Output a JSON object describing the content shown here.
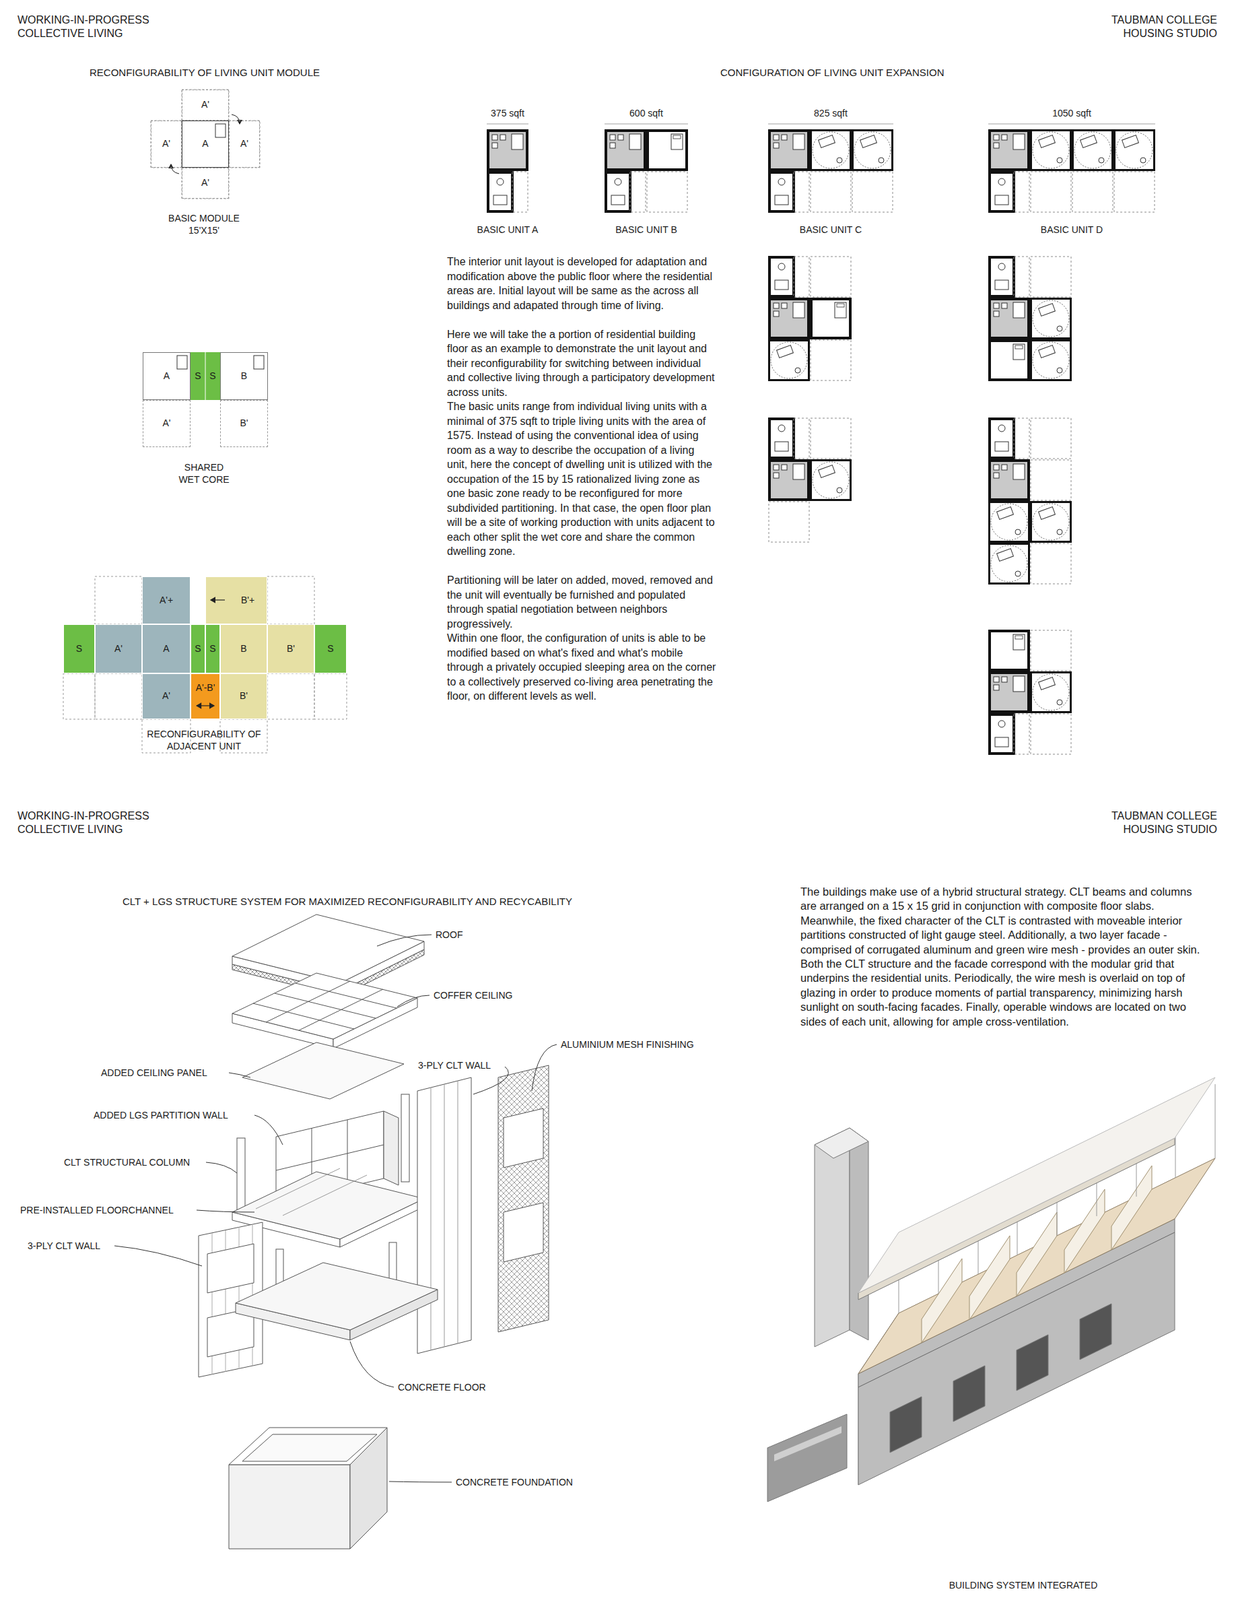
{
  "diagram": {
    "nodes": [
      {
        "text": [
          "A'"
        ]
      },
      {
        "text": [
          "A'"
        ]
      },
      {
        "text": [
          "A"
        ]
      },
      {
        "text": [
          "A'"
        ]
      },
      {
        "text": [
          "A'"
        ]
      },
      {
        "text": [
          "A"
        ]
      },
      {
        "text": [
          "S"
        ]
      },
      {
        "text": [
          "S"
        ]
      },
      {
        "text": [
          "B"
        ]
      },
      {
        "text": [
          "A'"
        ]
      },
      {
        "text": [
          "B'"
        ]
      },
      {
        "text": [
          "A'+"
        ]
      },
      {
        "text": [
          "B'+"
        ]
      },
      {
        "text": [
          "S"
        ]
      },
      {
        "text": [
          "A'"
        ]
      },
      {
        "text": [
          "A"
        ]
      },
      {
        "text": [
          "S"
        ]
      },
      {
        "text": [
          "S"
        ]
      },
      {
        "text": [
          "B"
        ]
      },
      {
        "text": [
          "B'"
        ]
      },
      {
        "text": [
          "S"
        ]
      },
      {
        "text": [
          "A'"
        ]
      },
      {
        "text": [
          "A'-B'"
        ]
      },
      {
        "text": [
          "B'"
        ]
      }
    ],
    "labels": [
      "WORKING-IN-PROGRESS COLLECTIVE LIVING",
      "TAUBMAN COLLEGE HOUSING STUDIO",
      "RECONFIGURABILITY OF LIVING UNIT MODULE",
      "CONFIGURATION OF LIVING UNIT EXPANSION",
      "BASIC MODULE 15'X15'",
      "SHARED WET CORE",
      "RECONFIGURABILITY OF ADJACENT UNIT",
      "375 sqft",
      "600 sqft",
      "825 sqft",
      "1050 sqft",
      "BASIC UNIT A",
      "BASIC UNIT B",
      "BASIC UNIT C",
      "BASIC UNIT D",
      "The interior unit layout is developed for adaptation and modification above the public floor where the residential areas are. Initial layout will be same as the across all buildings and adapated through time of living.",
      "Here we will take the a portion of residential building floor as an example to demonstrate the unit layout and their reconfigurability for switching between individual and collective living through a participatory development across units.",
      "The basic units range from individual living units with a minimal of 375 sqft to triple living units with the area of 1575. Instead of using the conventional idea of using room as a way to describe the occupation of a living unit, here the concept of dwelling unit is utilized with the occupation of the 15 by 15 rationalized living zone as one basic zone ready to be reconfigured for more subdivided partitioning. In that case, the open floor plan will be a site of working production with units adjacent to each other split the wet core and share the common dwelling zone.",
      "Partitioning will be later on added, moved, removed and the unit will eventually be furnished and populated through spatial negotiation between neighbors progressively.",
      "Within one floor, the configuration of units is able to be modified based on what's fixed and what's mobile through a privately occupied sleeping area on the corner to a collectively preserved co-living area penetrating the floor, on different levels as well.",
      "WORKING-IN-PROGRESS COLLECTIVE LIVING",
      "TAUBMAN COLLEGE HOUSING STUDIO",
      "CLT + LGS STRUCTURE SYSTEM FOR MAXIMIZED RECONFIGURABILITY AND RECYCABILITY",
      "ROOF",
      "COFFER CEILING",
      "ALUMINIUM MESH FINISHING",
      "ADDED CEILING PANEL",
      "3-PLY CLT WALL",
      "ADDED LGS PARTITION WALL",
      "CLT STRUCTURAL COLUMN",
      "PRE-INSTALLED FLOORCHANNEL",
      "3-PLY CLT WALL",
      "CONCRETE FLOOR",
      "CONCRETE FOUNDATION",
      "The buildings make use of a hybrid structural strategy. CLT beams and columns are arranged on a 15 x 15 grid in conjunction with composite floor slabs. Meanwhile, the fixed character of the CLT is contrasted with moveable interior partitions constructed of light gauge steel. Additionally, a two layer facade - comprised of corrugated aluminum and green wire mesh - provides an outer skin. Both the CLT structure and the facade correspond with the modular grid that underpins the residential units. Periodically, the wire mesh is overlaid on top of glazing in order to produce moments of partial transparency, minimizing harsh sunlight on south-facing facades. Finally, operable windows are located on two sides of each unit, allowing for ample cross-ventilation.",
      "BUILDING SYSTEM INTEGRATED"
    ]
  }
}
